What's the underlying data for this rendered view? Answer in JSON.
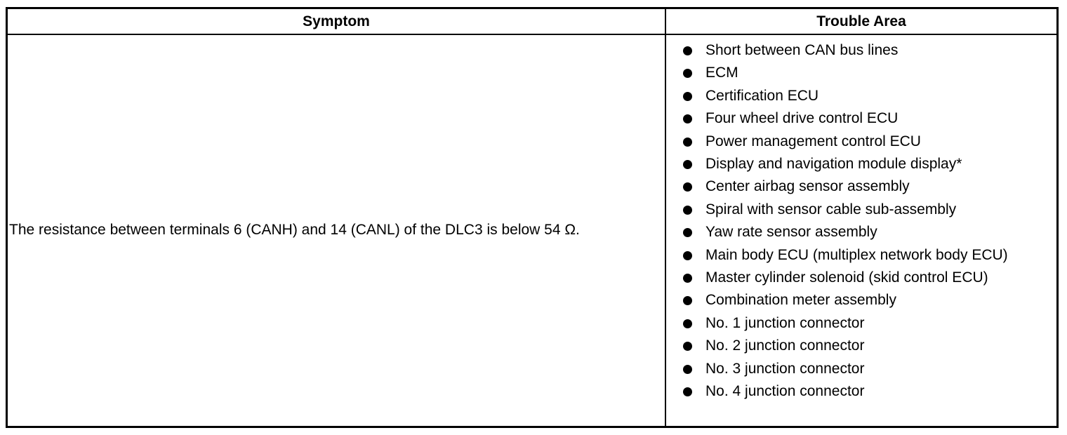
{
  "table": {
    "headers": {
      "symptom": "Symptom",
      "trouble_area": "Trouble Area"
    },
    "rows": [
      {
        "symptom": "The resistance between terminals 6 (CANH) and 14 (CANL) of the DLC3 is below 54 Ω.",
        "trouble_areas": [
          "Short between CAN bus lines",
          "ECM",
          "Certification ECU",
          "Four wheel drive control ECU",
          "Power management control ECU",
          "Display and navigation module display*",
          "Center airbag sensor assembly",
          "Spiral with sensor cable sub-assembly",
          "Yaw rate sensor assembly",
          "Main body ECU (multiplex network body ECU)",
          "Master cylinder solenoid (skid control ECU)",
          "Combination meter assembly",
          "No. 1 junction connector",
          "No. 2 junction connector",
          "No. 3 junction connector",
          "No. 4 junction connector"
        ]
      }
    ]
  }
}
